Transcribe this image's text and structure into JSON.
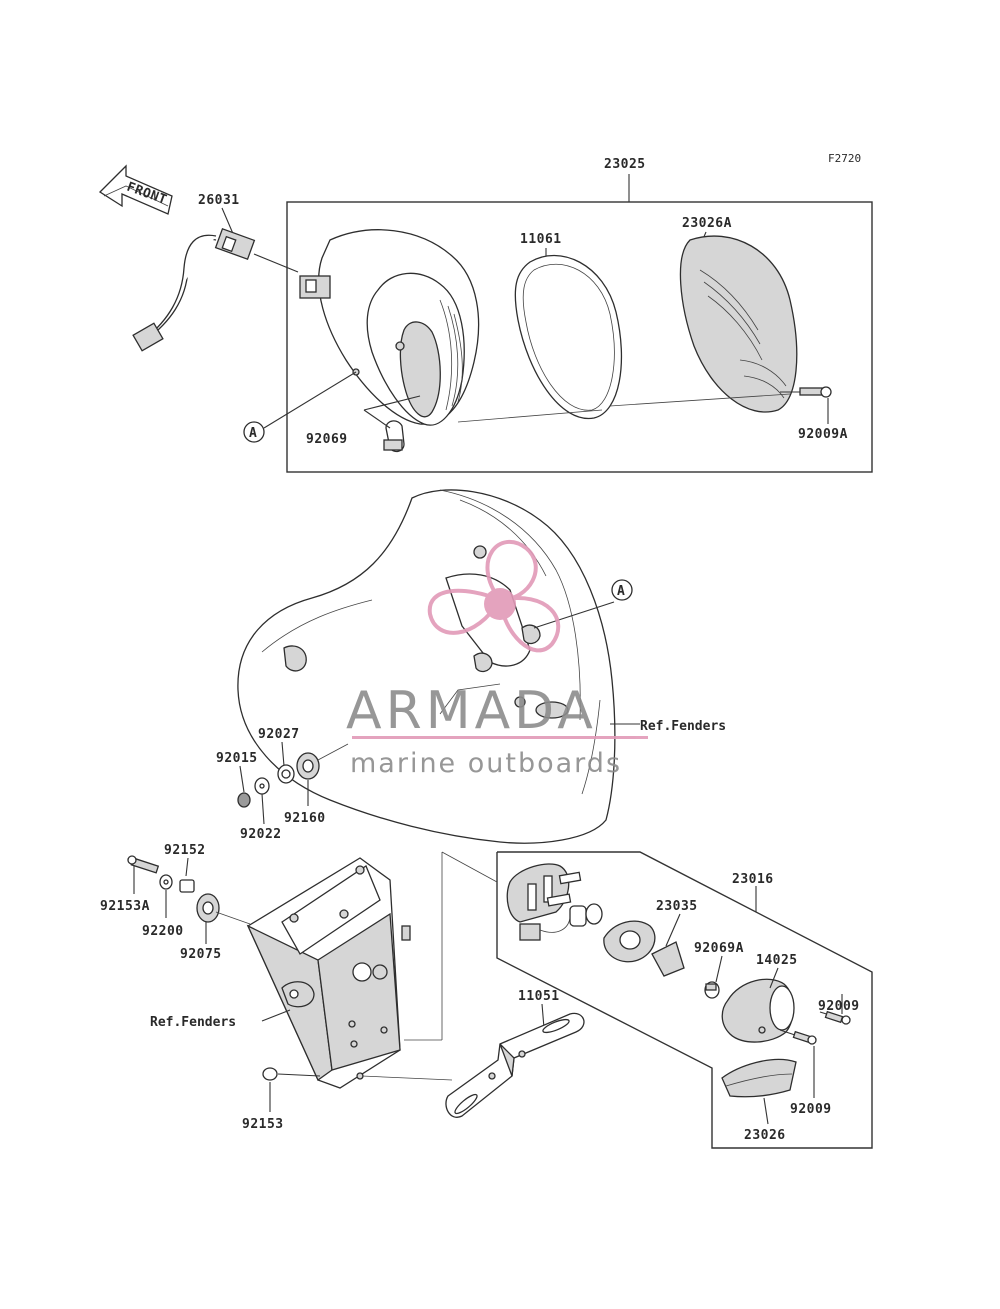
{
  "figure_id": "F2720",
  "front_arrow": "FRONT",
  "ref_marker": "A",
  "labels": {
    "p23025": "23025",
    "p26031": "26031",
    "p11061": "11061",
    "p23026A": "23026A",
    "p92069": "92069",
    "p92009A": "92009A",
    "p92027": "92027",
    "p92015": "92015",
    "p92022": "92022",
    "p92160": "92160",
    "ref_fenders_upper": "Ref.Fenders",
    "p92152": "92152",
    "p92153A": "92153A",
    "p92200": "92200",
    "p92075": "92075",
    "ref_fenders_lower": "Ref.Fenders",
    "p92153": "92153",
    "p11051": "11051",
    "p23016": "23016",
    "p23035": "23035",
    "p92069A": "92069A",
    "p14025": "14025",
    "p92009_a": "92009",
    "p92009_b": "92009",
    "p23026": "23026"
  },
  "watermark": {
    "brand": "ARMADA",
    "tagline": "marine outboards",
    "logo_color": "#e29ab8",
    "text_color": "#8c8c8c"
  }
}
